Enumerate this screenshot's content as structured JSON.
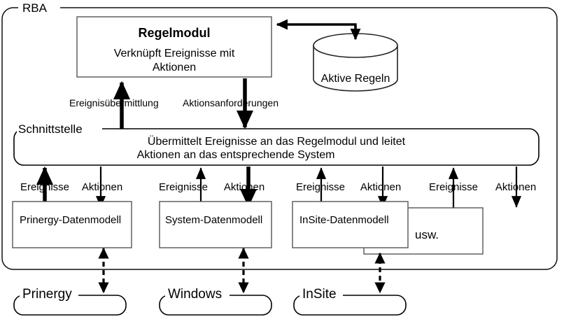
{
  "diagram": {
    "title": "RBA architecture diagram",
    "outer_container": {
      "label": "RBA"
    },
    "rule_module": {
      "title": "Regelmodul",
      "description_line1": "Verknüpft Ereignisse mit",
      "description_line2": "Aktionen"
    },
    "datastore": {
      "label": "Aktive Regeln"
    },
    "interface": {
      "label": "Schnittstelle",
      "description_line1": "Übermittelt Ereignisse an das Regelmodul und leitet",
      "description_line2": "Aktionen an das entsprechende System"
    },
    "module_links": {
      "events_label": "Ereignisübermittlung",
      "actions_label": "Aktionsanforderungen"
    },
    "channel_labels": [
      {
        "events": "Ereignisse",
        "actions": "Aktionen"
      },
      {
        "events": "Ereignisse",
        "actions": "Aktionen"
      },
      {
        "events": "Ereignisse",
        "actions": "Aktionen"
      },
      {
        "events": "Ereignisse",
        "actions": "Aktionen"
      }
    ],
    "data_models": [
      {
        "label": "Prinergy-Datenmodell"
      },
      {
        "label": "System-Datenmodell"
      },
      {
        "label": "InSite-Datenmodell"
      },
      {
        "label": "usw."
      }
    ],
    "systems": [
      {
        "label": "Prinergy"
      },
      {
        "label": "Windows"
      },
      {
        "label": "InSite"
      }
    ]
  },
  "colors": {
    "stroke": "#000000",
    "box_border": "#555555",
    "background": "#ffffff"
  }
}
